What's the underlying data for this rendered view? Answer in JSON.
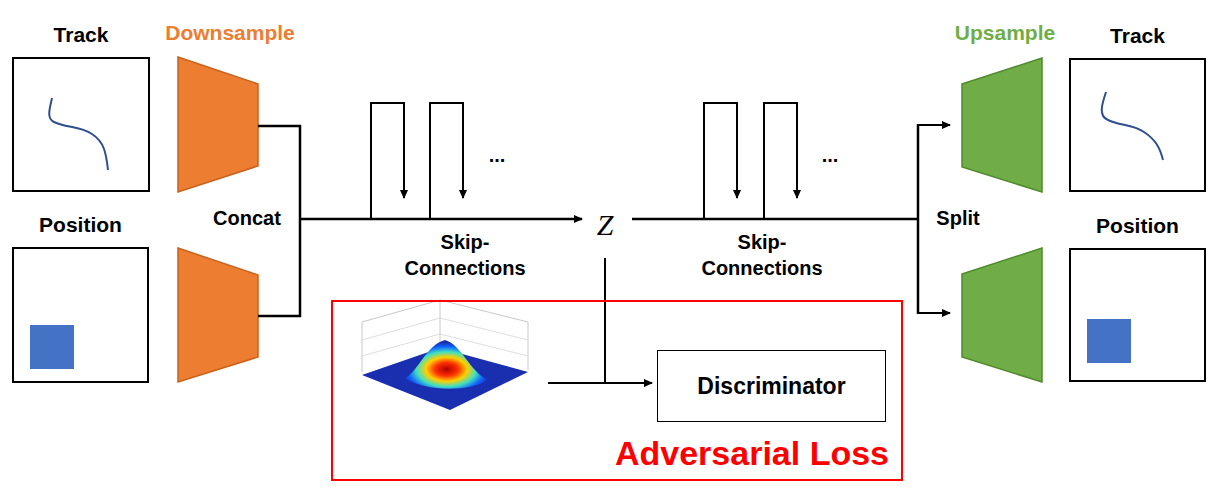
{
  "diagram": {
    "nodes": [
      {
        "text": [
          "Track"
        ]
      },
      {
        "text": [
          "Position"
        ]
      },
      {
        "text": [
          "Adversarial Loss"
        ]
      },
      {
        "text": [
          "Discriminator"
        ],
        "in": 2
      },
      {
        "text": [
          "Track"
        ]
      },
      {
        "text": [
          "Position"
        ]
      }
    ],
    "labels": [
      "Downsample",
      "Concat",
      "Skip- Connections",
      "...",
      "Z",
      "Skip- Connections",
      "...",
      "Split",
      "Upsample"
    ]
  }
}
